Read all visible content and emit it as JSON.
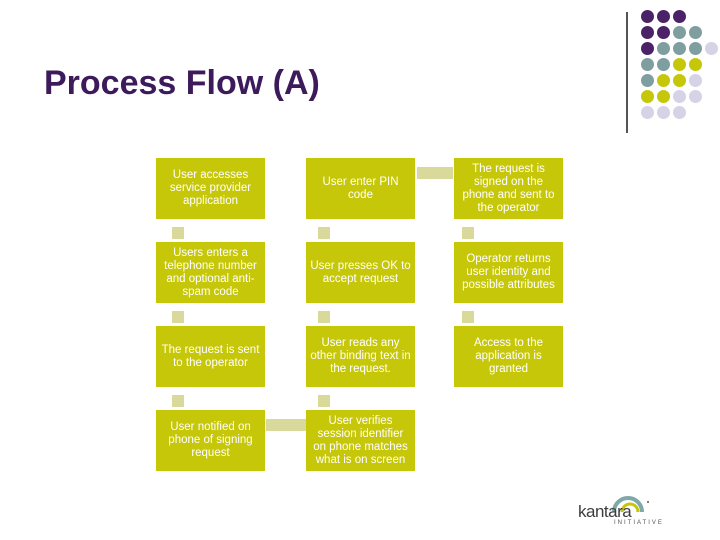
{
  "slide": {
    "title": "Process Flow (A)"
  },
  "flow": {
    "col1": [
      "User accesses service provider application",
      "Users enters a telephone number and optional anti-spam code",
      "The request is sent to the operator",
      "User notified on phone of signing request"
    ],
    "col2": [
      "User enter PIN code",
      "User presses OK to accept request",
      "User reads any other binding text in the request.",
      "User verifies session identifier on phone matches what is on screen"
    ],
    "col3": [
      "The request is signed on the phone and sent to the operator",
      "Operator returns user identity and possible attributes",
      "Access to the application is granted"
    ]
  },
  "logo": {
    "name": "kantara",
    "sub": "INITIATIVE"
  },
  "colors": {
    "box": "#c7c70a",
    "connector": "#d9d99b",
    "title": "#3d1a5b",
    "dot_purple": "#4b2268",
    "dot_teal": "#7f9ea0",
    "dot_olive": "#c7c70a",
    "dot_lavender": "#d6d3e6"
  }
}
